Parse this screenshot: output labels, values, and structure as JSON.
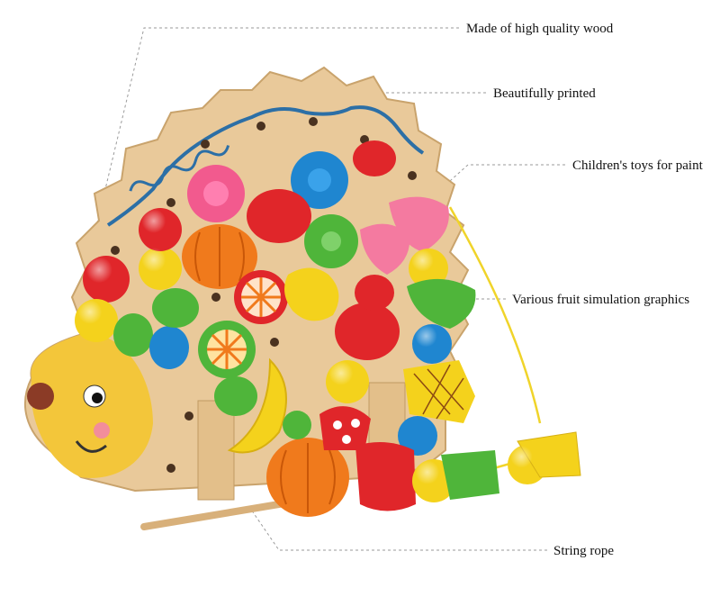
{
  "callouts": {
    "wood": "Made of high quality wood",
    "printed": "Beautifully printed",
    "paint": "Children's toys for paint",
    "fruit": "Various fruit simulation graphics",
    "rope": "String rope"
  },
  "colors": {
    "wood": "#e9c99a",
    "wave": "#2c6fa6",
    "red": "#e0262a",
    "yellow": "#f4d21c",
    "green": "#4fb53a",
    "blue": "#1f86d0",
    "orange": "#f07a1c",
    "pink": "#f25a8e",
    "string": "#f0d42a",
    "leader": "#9a9a9a"
  }
}
